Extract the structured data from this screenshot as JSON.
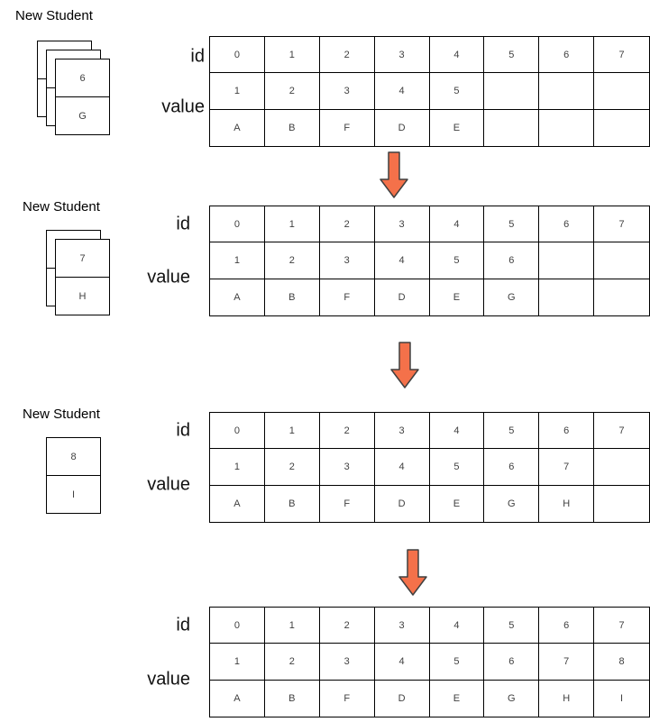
{
  "colors": {
    "arrow_fill": "#F4714A",
    "arrow_stroke": "#404040",
    "table_border": "#000000",
    "cell_text": "#404040"
  },
  "stages": [
    {
      "new_student_label": "New Student",
      "stack_count": 3,
      "card": {
        "id": "6",
        "value": "G"
      },
      "id_label": "id",
      "value_label": "value",
      "table": {
        "rows": [
          [
            "0",
            "1",
            "2",
            "3",
            "4",
            "5",
            "6",
            "7"
          ],
          [
            "1",
            "2",
            "3",
            "4",
            "5",
            "",
            "",
            ""
          ],
          [
            "A",
            "B",
            "F",
            "D",
            "E",
            "",
            "",
            ""
          ]
        ]
      }
    },
    {
      "new_student_label": "New Student",
      "stack_count": 2,
      "card": {
        "id": "7",
        "value": "H"
      },
      "id_label": "id",
      "value_label": "value",
      "table": {
        "rows": [
          [
            "0",
            "1",
            "2",
            "3",
            "4",
            "5",
            "6",
            "7"
          ],
          [
            "1",
            "2",
            "3",
            "4",
            "5",
            "6",
            "",
            ""
          ],
          [
            "A",
            "B",
            "F",
            "D",
            "E",
            "G",
            "",
            ""
          ]
        ]
      }
    },
    {
      "new_student_label": "New Student",
      "stack_count": 1,
      "card": {
        "id": "8",
        "value": "I"
      },
      "id_label": "id",
      "value_label": "value",
      "table": {
        "rows": [
          [
            "0",
            "1",
            "2",
            "3",
            "4",
            "5",
            "6",
            "7"
          ],
          [
            "1",
            "2",
            "3",
            "4",
            "5",
            "6",
            "7",
            ""
          ],
          [
            "A",
            "B",
            "F",
            "D",
            "E",
            "G",
            "H",
            ""
          ]
        ]
      }
    },
    {
      "id_label": "id",
      "value_label": "value",
      "table": {
        "rows": [
          [
            "0",
            "1",
            "2",
            "3",
            "4",
            "5",
            "6",
            "7"
          ],
          [
            "1",
            "2",
            "3",
            "4",
            "5",
            "6",
            "7",
            "8"
          ],
          [
            "A",
            "B",
            "F",
            "D",
            "E",
            "G",
            "H",
            "I"
          ]
        ]
      }
    }
  ]
}
